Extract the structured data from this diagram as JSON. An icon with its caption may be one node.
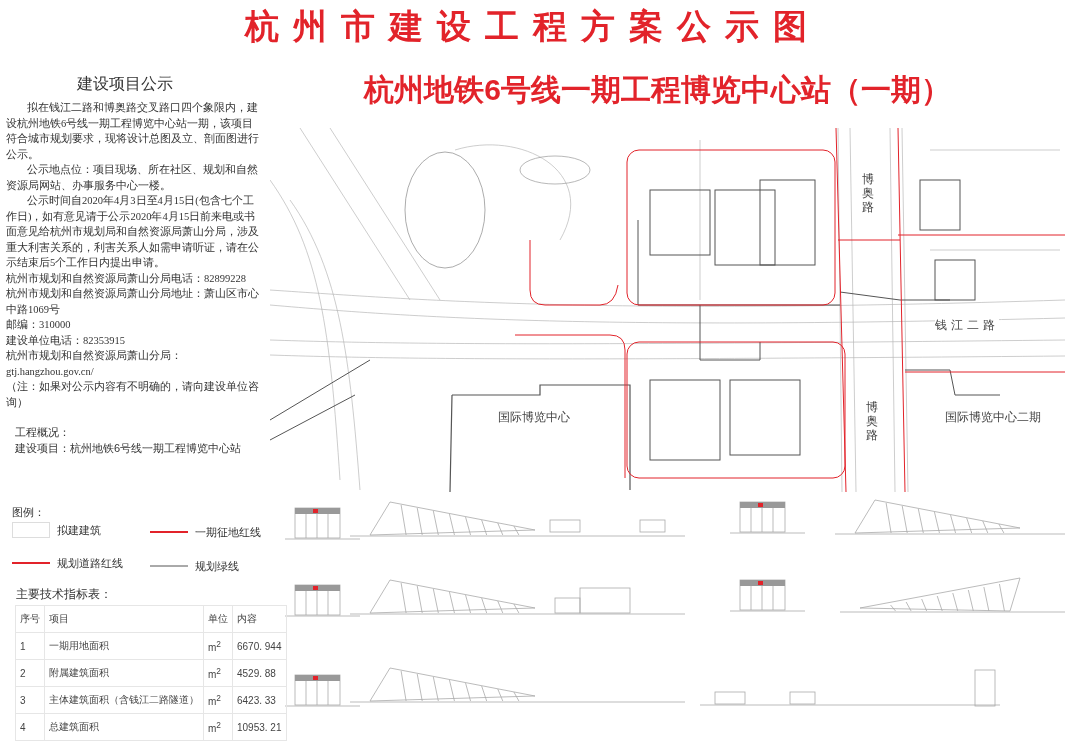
{
  "diagram": {
    "title": "杭州市建设工程方案公示图",
    "labels": [
      "杭州地铁6号线一期工程博览中心站（一期）",
      "建设项目公示",
      "拟在钱江二路和博奥路交叉路口四个象限内，建设杭州地铁6号线一期工程博览中心站一期，该项目符合城市规划要求，现将设计总图及立、剖面图进行公示。",
      "公示地点位：项目现场、所在社区、规划和自然资源局网站、办事服务中心一楼。",
      "公示时间自2020年4月3日至4月15日(包含七个工作日)，如有意见请于公示2020年4月15日前来电或书面意见给杭州市规划局和自然资源局萧山分局，涉及重大利害关系的，利害关系人如需申请听证，请在公示结束后5个工作日内提出申请。",
      "杭州市规划和自然资源局萧山分局电话：82899228",
      "杭州市规划和自然资源局萧山分局地址：萧山区市心中路1069号",
      "邮编：310000",
      "建设单位电话：82353915",
      "杭州市规划和自然资源局萧山分局：gtj.hangzhou.gov.cn/",
      "（注：如果对公示内容有不明确的，请向建设单位咨询）",
      "工程概况：",
      "建设项目：杭州地铁6号线一期工程博览中心站",
      "图例：",
      "主要技术指标表：",
      "序号",
      "项目",
      "单位",
      "内容",
      "1",
      "一期用地面积",
      "m$^{2}$",
      "6670. 944",
      "2",
      "附属建筑面积",
      "m$^{2}$",
      "4529. 88",
      "3",
      "主体建筑面积（含钱江二路隧道）",
      "m$^{2}$",
      "6423. 33",
      "4",
      "总建筑面积",
      "m$^{2}$",
      "10953. 21",
      "博奥路",
      "钱江二路",
      "国际博览中心",
      "博奥路",
      "国际博览中心二期"
    ],
    "legend": [
      {
        "text": "拟建建筑"
      },
      {
        "text": "一期征地红线"
      },
      {
        "text": "规划道路红线"
      },
      {
        "text": "规划绿线"
      }
    ]
  }
}
